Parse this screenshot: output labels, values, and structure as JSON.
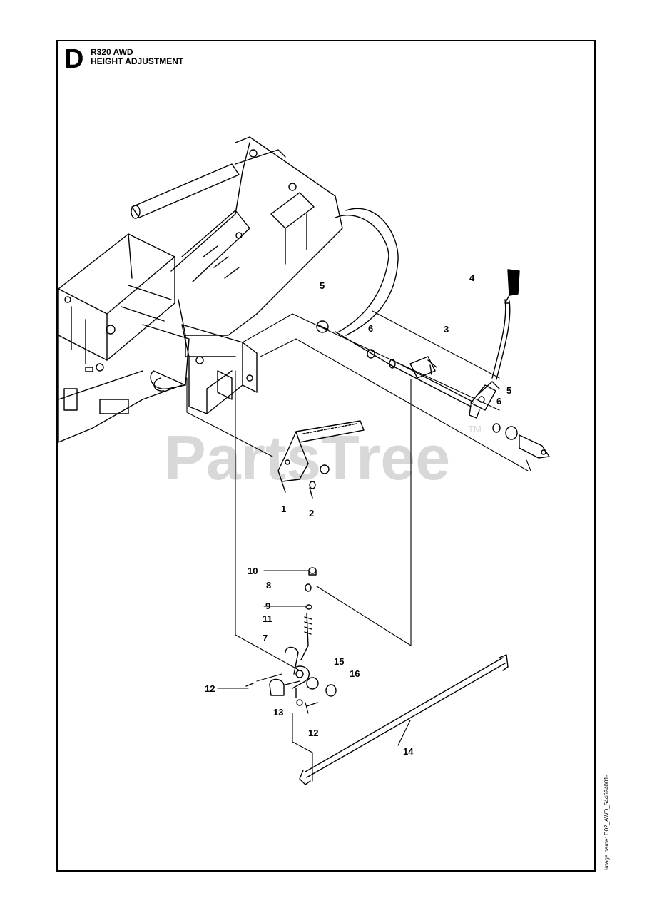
{
  "header": {
    "section_letter": "D",
    "model": "R320 AWD",
    "title": "HEIGHT ADJUSTMENT"
  },
  "watermark": {
    "text": "PartsTree",
    "trademark": "TM",
    "color": "#d8d8d8"
  },
  "image_code": "Image name: D02_AWD_544624001-",
  "callouts": [
    {
      "id": "c1",
      "label": "1"
    },
    {
      "id": "c2",
      "label": "2"
    },
    {
      "id": "c3",
      "label": "3"
    },
    {
      "id": "c4",
      "label": "4"
    },
    {
      "id": "c5a",
      "label": "5"
    },
    {
      "id": "c5b",
      "label": "5"
    },
    {
      "id": "c6a",
      "label": "6"
    },
    {
      "id": "c6b",
      "label": "6"
    },
    {
      "id": "c7",
      "label": "7"
    },
    {
      "id": "c8",
      "label": "8"
    },
    {
      "id": "c9",
      "label": "9"
    },
    {
      "id": "c10",
      "label": "10"
    },
    {
      "id": "c11",
      "label": "11"
    },
    {
      "id": "c12a",
      "label": "12"
    },
    {
      "id": "c12b",
      "label": "12"
    },
    {
      "id": "c13",
      "label": "13"
    },
    {
      "id": "c14",
      "label": "14"
    },
    {
      "id": "c15",
      "label": "15"
    },
    {
      "id": "c16",
      "label": "16"
    }
  ]
}
